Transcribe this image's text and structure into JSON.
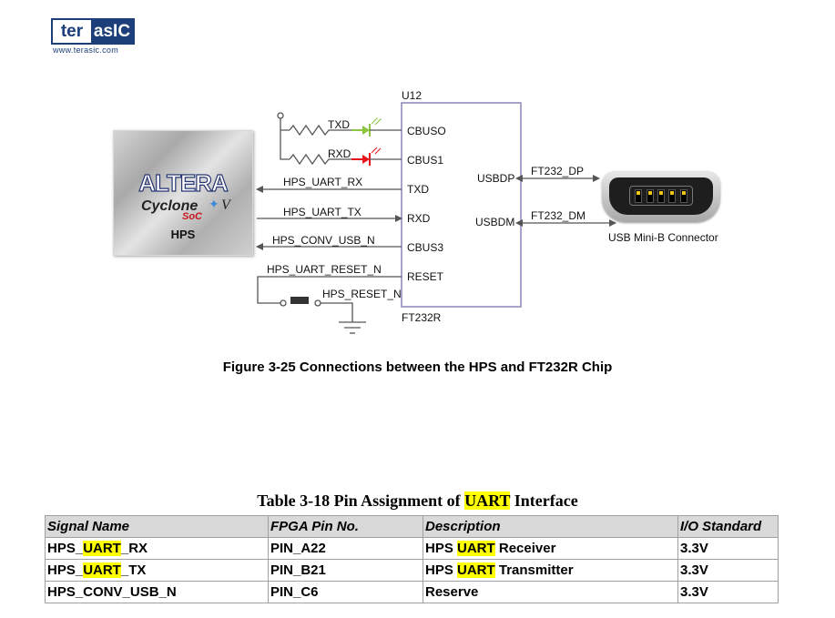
{
  "logo": {
    "part1": "ter",
    "part2": "asIC",
    "url": "www.terasic.com"
  },
  "figure": {
    "hps_chip": {
      "brand": "ALTERA",
      "family": "Cyclone",
      "family_suffix": "V",
      "variant": "SoC",
      "label": "HPS"
    },
    "ft232r": {
      "ref": "U12",
      "part": "FT232R",
      "pins_left": [
        "CBUSO",
        "CBUS1",
        "TXD",
        "RXD",
        "CBUS3",
        "RESET"
      ],
      "pins_right": [
        "USBDP",
        "USBDM"
      ]
    },
    "led_signals": [
      "TXD",
      "RXD"
    ],
    "signals": [
      "HPS_UART_RX",
      "HPS_UART_TX",
      "HPS_CONV_USB_N",
      "HPS_UART_RESET_N",
      "HPS_RESET_N"
    ],
    "usb_signals": [
      "FT232_DP",
      "FT232_DM"
    ],
    "usb_connector_label": "USB Mini-B Connector",
    "colors": {
      "txd_led": "#8cc63f",
      "rxd_led": "#e8141c",
      "chip_border": "#8a85b8",
      "wire": "#555555"
    },
    "caption": "Figure 3-25 Connections between the HPS and FT232R Chip"
  },
  "table": {
    "caption_prefix": "Table 3-18 Pin Assignment of ",
    "caption_highlight": "UART",
    "caption_suffix": " Interface",
    "headers": [
      "Signal Name",
      "FPGA Pin No.",
      "Description",
      "I/O Standard"
    ],
    "rows": [
      {
        "signal_pre": "HPS_",
        "signal_hl": "UART",
        "signal_post": "_RX",
        "pin": "PIN_A22",
        "desc_pre": "HPS ",
        "desc_hl": "UART",
        "desc_post": " Receiver",
        "io": "3.3V"
      },
      {
        "signal_pre": "HPS_",
        "signal_hl": "UART",
        "signal_post": "_TX",
        "pin": "PIN_B21",
        "desc_pre": "HPS ",
        "desc_hl": "UART",
        "desc_post": " Transmitter",
        "io": "3.3V"
      },
      {
        "signal_pre": "HPS_CONV_USB_N",
        "signal_hl": "",
        "signal_post": "",
        "pin": "PIN_C6",
        "desc_pre": "Reserve",
        "desc_hl": "",
        "desc_post": "",
        "io": "3.3V"
      }
    ],
    "highlight_color": "#ffff00"
  }
}
